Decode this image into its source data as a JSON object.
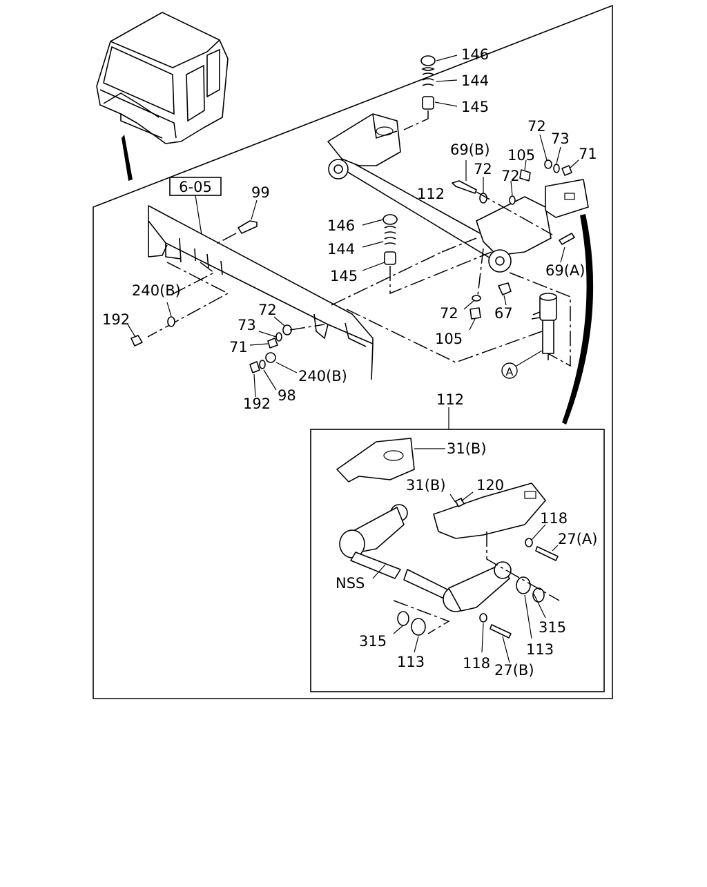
{
  "ref_box": "6-05",
  "circle_ref": "A",
  "callouts": {
    "top_146": "146",
    "top_144": "144",
    "top_145": "145",
    "c_72a": "72",
    "c_73a": "73",
    "c_71a": "71",
    "c_69b": "69(B)",
    "c_105a": "105",
    "c_72b": "72",
    "c_72c": "72",
    "c_112a": "112",
    "c_99": "99",
    "mid_146": "146",
    "mid_144": "144",
    "mid_145": "145",
    "c_69a": "69(A)",
    "c_72d": "72",
    "c_67": "67",
    "c_105b": "105",
    "c_240b_left": "240(B)",
    "c_192_left": "192",
    "c_72e": "72",
    "c_73b": "73",
    "c_71b": "71",
    "c_240b_right": "240(B)",
    "c_192_bottom": "192",
    "c_98": "98",
    "c_112b": "112"
  },
  "inset": {
    "c_31b_top": "31(B)",
    "c_31b_mid": "31(B)",
    "c_120": "120",
    "c_118_top": "118",
    "c_27a": "27(A)",
    "c_nss": "NSS",
    "c_315_right": "315",
    "c_113_right": "113",
    "c_315_left": "315",
    "c_113_left": "113",
    "c_118_bottom": "118",
    "c_27b": "27(B)"
  }
}
